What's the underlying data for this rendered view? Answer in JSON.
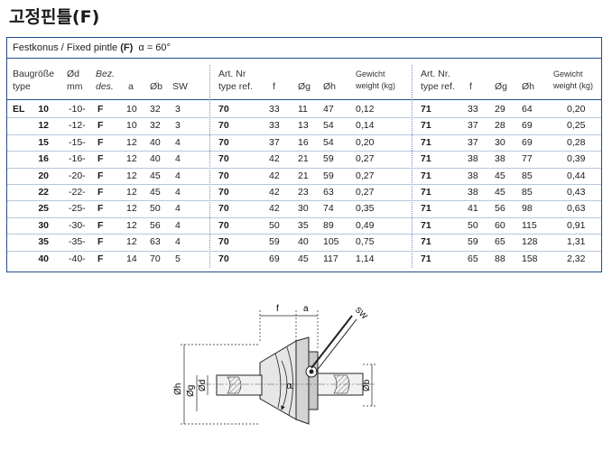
{
  "page_title": "고정핀틀(F)",
  "caption": {
    "prefix": "Festkonus / Fixed pintle",
    "code": "(F)",
    "alpha": "α = 60°"
  },
  "headers": {
    "size": [
      "Baugröße",
      "type"
    ],
    "d": [
      "Ød",
      "mm"
    ],
    "bez": [
      "Bez.",
      "des."
    ],
    "a": "a",
    "b": "Øb",
    "sw": "SW",
    "art1": [
      "Art. Nr",
      "type ref."
    ],
    "f1": "f",
    "g1": "Øg",
    "h1": "Øh",
    "w1": [
      "Gewicht",
      "weight (kg)"
    ],
    "art2": [
      "Art. Nr.",
      "type ref."
    ],
    "f2": "f",
    "g2": "Øg",
    "h2": "Øh",
    "w2": [
      "Gewicht",
      "weight (kg)"
    ]
  },
  "rows": [
    {
      "prefix": "EL",
      "size": "10",
      "d": "-10-",
      "bez": "F",
      "a": "10",
      "b": "32",
      "sw": "3",
      "art1": "70",
      "f1": "33",
      "g1": "11",
      "h1": "47",
      "w1": "0,12",
      "art2": "71",
      "f2": "33",
      "g2": "29",
      "h2": "64",
      "w2": "0,20"
    },
    {
      "prefix": "",
      "size": "12",
      "d": "-12-",
      "bez": "F",
      "a": "10",
      "b": "32",
      "sw": "3",
      "art1": "70",
      "f1": "33",
      "g1": "13",
      "h1": "54",
      "w1": "0,14",
      "art2": "71",
      "f2": "37",
      "g2": "28",
      "h2": "69",
      "w2": "0,25"
    },
    {
      "prefix": "",
      "size": "15",
      "d": "-15-",
      "bez": "F",
      "a": "12",
      "b": "40",
      "sw": "4",
      "art1": "70",
      "f1": "37",
      "g1": "16",
      "h1": "54",
      "w1": "0,20",
      "art2": "71",
      "f2": "37",
      "g2": "30",
      "h2": "69",
      "w2": "0,28"
    },
    {
      "prefix": "",
      "size": "16",
      "d": "-16-",
      "bez": "F",
      "a": "12",
      "b": "40",
      "sw": "4",
      "art1": "70",
      "f1": "42",
      "g1": "21",
      "h1": "59",
      "w1": "0,27",
      "art2": "71",
      "f2": "38",
      "g2": "38",
      "h2": "77",
      "w2": "0,39"
    },
    {
      "prefix": "",
      "size": "20",
      "d": "-20-",
      "bez": "F",
      "a": "12",
      "b": "45",
      "sw": "4",
      "art1": "70",
      "f1": "42",
      "g1": "21",
      "h1": "59",
      "w1": "0,27",
      "art2": "71",
      "f2": "38",
      "g2": "45",
      "h2": "85",
      "w2": "0,44"
    },
    {
      "prefix": "",
      "size": "22",
      "d": "-22-",
      "bez": "F",
      "a": "12",
      "b": "45",
      "sw": "4",
      "art1": "70",
      "f1": "42",
      "g1": "23",
      "h1": "63",
      "w1": "0,27",
      "art2": "71",
      "f2": "38",
      "g2": "45",
      "h2": "85",
      "w2": "0,43"
    },
    {
      "prefix": "",
      "size": "25",
      "d": "-25-",
      "bez": "F",
      "a": "12",
      "b": "50",
      "sw": "4",
      "art1": "70",
      "f1": "42",
      "g1": "30",
      "h1": "74",
      "w1": "0,35",
      "art2": "71",
      "f2": "41",
      "g2": "56",
      "h2": "98",
      "w2": "0,63"
    },
    {
      "prefix": "",
      "size": "30",
      "d": "-30-",
      "bez": "F",
      "a": "12",
      "b": "56",
      "sw": "4",
      "art1": "70",
      "f1": "50",
      "g1": "35",
      "h1": "89",
      "w1": "0,49",
      "art2": "71",
      "f2": "50",
      "g2": "60",
      "h2": "115",
      "w2": "0,91"
    },
    {
      "prefix": "",
      "size": "35",
      "d": "-35-",
      "bez": "F",
      "a": "12",
      "b": "63",
      "sw": "4",
      "art1": "70",
      "f1": "59",
      "g1": "40",
      "h1": "105",
      "w1": "0,75",
      "art2": "71",
      "f2": "59",
      "g2": "65",
      "h2": "128",
      "w2": "1,31"
    },
    {
      "prefix": "",
      "size": "40",
      "d": "-40-",
      "bez": "F",
      "a": "14",
      "b": "70",
      "sw": "5",
      "art1": "70",
      "f1": "69",
      "g1": "45",
      "h1": "117",
      "w1": "1,14",
      "art2": "71",
      "f2": "65",
      "g2": "88",
      "h2": "158",
      "w2": "2,32"
    }
  ],
  "diagram": {
    "labels": {
      "f": "f",
      "a": "a",
      "sw": "SW",
      "h": "Øh",
      "g": "Øg",
      "d": "Ød",
      "b": "Øb",
      "alpha": "α"
    }
  }
}
